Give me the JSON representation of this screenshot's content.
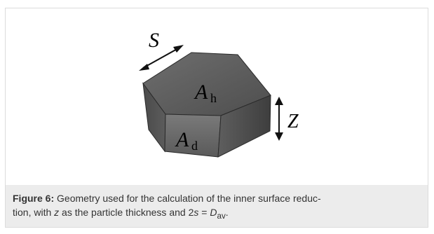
{
  "figure": {
    "diagram_labels": {
      "side_length": "S",
      "hex_area": "A",
      "hex_area_sub": "h",
      "side_area": "A",
      "side_area_sub": "d",
      "thickness": "Z"
    },
    "caption": {
      "label": "Figure 6:",
      "text_1": " Geometry used for the calculation of the inner surface reduc-",
      "text_2": "tion, with ",
      "var_z": "z",
      "text_3": " as the particle thickness and 2",
      "var_s": "s",
      "text_4": " = ",
      "var_d": "D",
      "var_d_sub": "av",
      "text_5": "."
    }
  }
}
